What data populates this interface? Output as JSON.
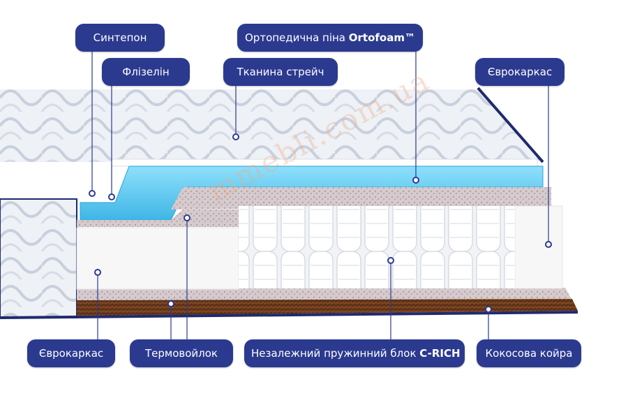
{
  "labels": {
    "sintepon": "Синтепон",
    "flizelin": "Флізелін",
    "orto_prefix": "Ортопедична піна ",
    "orto_brand": "Ortofoam™",
    "stretch": "Тканина стрейч",
    "eurokarkas_top": "Єврокаркас",
    "eurokarkas_bottom": "Єврокаркас",
    "termovoilok": "Термовойлок",
    "spring_prefix": "Незалежний пружинний блок ",
    "spring_brand": "C-RICH",
    "coconut": "Кокосова койра"
  },
  "watermark": "mmebli.com.ua",
  "colors": {
    "label_bg": "#2b3a8f",
    "label_text": "#ffffff",
    "foam_blue": "#4fc6ee",
    "coir_brown": "#6b3a1c",
    "felt": "#cfc3c6",
    "edge_navy": "#1f2a6e"
  }
}
